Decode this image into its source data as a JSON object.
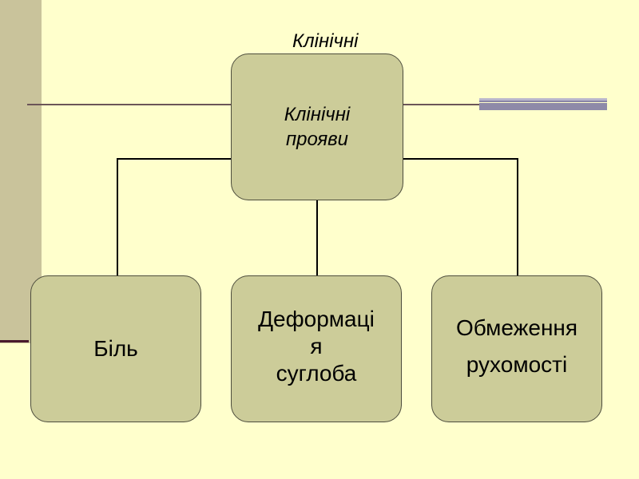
{
  "slide": {
    "title": "Клінічні"
  },
  "diagram": {
    "root": {
      "label": "Клінічні\nпрояви"
    },
    "children": [
      {
        "id": "pain",
        "label": "Біль"
      },
      {
        "id": "deformity",
        "label": "Деформаці\nя\nсуглоба"
      },
      {
        "id": "mobility",
        "label": "Обмеження\nрухомості"
      }
    ]
  },
  "colors": {
    "background": "#ffffcc",
    "box_fill": "#cccc99",
    "box_border": "#4d4d3d",
    "side_bar": "#c9c39b",
    "accent_bar": "#8e8aa8",
    "connector": "#000000"
  }
}
